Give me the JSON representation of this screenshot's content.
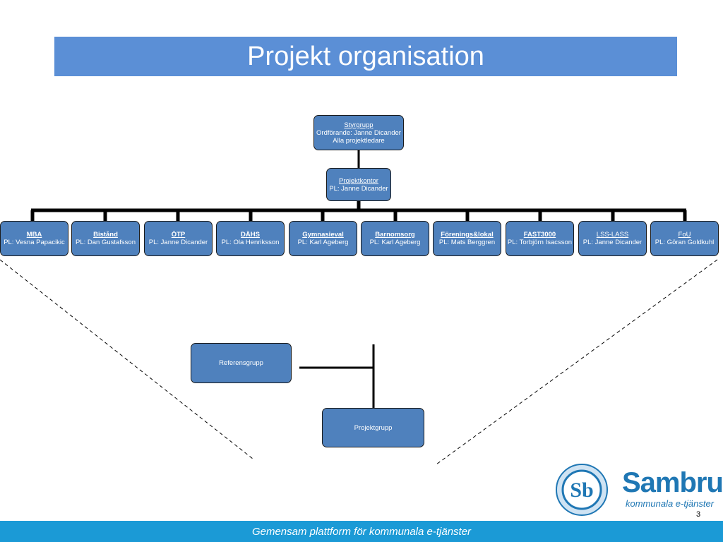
{
  "slide": {
    "title": "Projekt organisation",
    "footer": "Gemensam plattform för kommunala e-tjänster",
    "page_number": "3"
  },
  "org": {
    "styrgrupp": {
      "name": "Styrgrupp",
      "line1": "Ordförande: Janne Dicander",
      "line2": "Alla projektledare"
    },
    "projektkontor": {
      "name": "Projektkontor",
      "line1": "PL: Janne Dicander"
    },
    "projects": [
      {
        "name": "MBA",
        "pl": "PL: Vesna Papacikic"
      },
      {
        "name": "Bistånd",
        "pl": "PL: Dan Gustafsson"
      },
      {
        "name": "ÖTP",
        "pl": "PL: Janne Dicander"
      },
      {
        "name": "DÄHS",
        "pl": "PL: Ola Henriksson"
      },
      {
        "name": "Gymnasieval",
        "pl": "PL: Karl Ageberg"
      },
      {
        "name": "Barnomsorg",
        "pl": "PL: Karl Ageberg"
      },
      {
        "name": "Förenings&lokal",
        "pl": "PL: Mats Berggren"
      },
      {
        "name": "FAST3000",
        "pl": "PL: Torbjörn Isacsson"
      },
      {
        "name": "LSS-LASS",
        "pl": "PL: Janne Dicander"
      },
      {
        "name": "FoU",
        "pl": "PL: Göran Goldkuhl"
      }
    ],
    "referensgrupp": "Referensgrupp",
    "projektgrupp": "Projektgrupp"
  },
  "logo": {
    "word": "Sambruk",
    "subtitle": "kommunala e-tjänster",
    "emblem": "Sb"
  },
  "colors": {
    "title_bar": "#5b8fd6",
    "box_fill": "#4f81bd",
    "footer_bar": "#1b9ad6",
    "brand": "#1f77b4"
  }
}
